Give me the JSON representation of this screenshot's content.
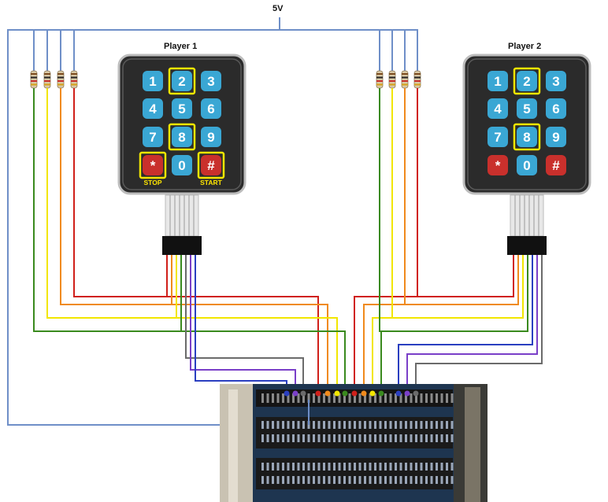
{
  "supply": {
    "label": "5V"
  },
  "player1": {
    "title": "Player 1",
    "keys": [
      "1",
      "2",
      "3",
      "4",
      "5",
      "6",
      "7",
      "8",
      "9",
      "*",
      "0",
      "#"
    ],
    "highlighted": [
      "2",
      "8",
      "*",
      "#"
    ],
    "sublabels": {
      "*": "STOP",
      "#": "START"
    }
  },
  "player2": {
    "title": "Player 2",
    "keys": [
      "1",
      "2",
      "3",
      "4",
      "5",
      "6",
      "7",
      "8",
      "9",
      "*",
      "0",
      "#"
    ],
    "highlighted": [
      "2",
      "8"
    ],
    "sublabels": {}
  },
  "colors": {
    "power": "#6f8fc8",
    "key_blue": "#3aa7d4",
    "key_red": "#c9302c",
    "highlight": "#f2e600",
    "keypad_body": "#2b2b2b",
    "wire_red": "#d0201a",
    "wire_orange": "#f08a1c",
    "wire_yellow": "#f2e600",
    "wire_green": "#3a8a1e",
    "wire_purple": "#7a3fc8",
    "wire_blue": "#2a3fc0",
    "wire_gray": "#6b6b6b"
  }
}
